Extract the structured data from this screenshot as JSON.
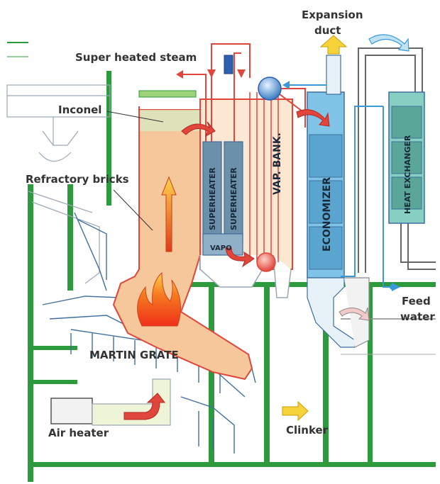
{
  "labels": {
    "expansion_duct_line1": "Expansion",
    "expansion_duct_line2": "duct",
    "superheated_steam": "Super heated steam",
    "inconel": "Inconel",
    "refractory_bricks": "Refractory bricks",
    "martin_grate": "MARTIN GRATE",
    "air_heater": "Air heater",
    "clinker": "Clinker",
    "feed_water_line1": "Feed",
    "feed_water_line2": "water",
    "superheater_1": "SUPERHEATER",
    "superheater_2": "SUPERHEATER",
    "vapo": "VAPO",
    "vap_bank": "VAP. BANK.",
    "economizer": "ECONOMIZER",
    "heat_exchanger": "HEAT EXCHANGER"
  },
  "colors": {
    "structure_green": "#2e9a3e",
    "furnace_fill": "#f6c79b",
    "steam_red": "#e0463c",
    "water_blue": "#3a9ad9",
    "equipment_outline": "#3f6f9f",
    "economizer_fill": "#7fc4e6",
    "exchanger_fill": "#86cfc2",
    "flame_orange": "#f57c1f",
    "clinker_yellow": "#f6d23a"
  },
  "icons": [
    "flame-icon",
    "upward-arrow-icon",
    "flow-arrow-icon",
    "circulation-arrow-icon"
  ]
}
